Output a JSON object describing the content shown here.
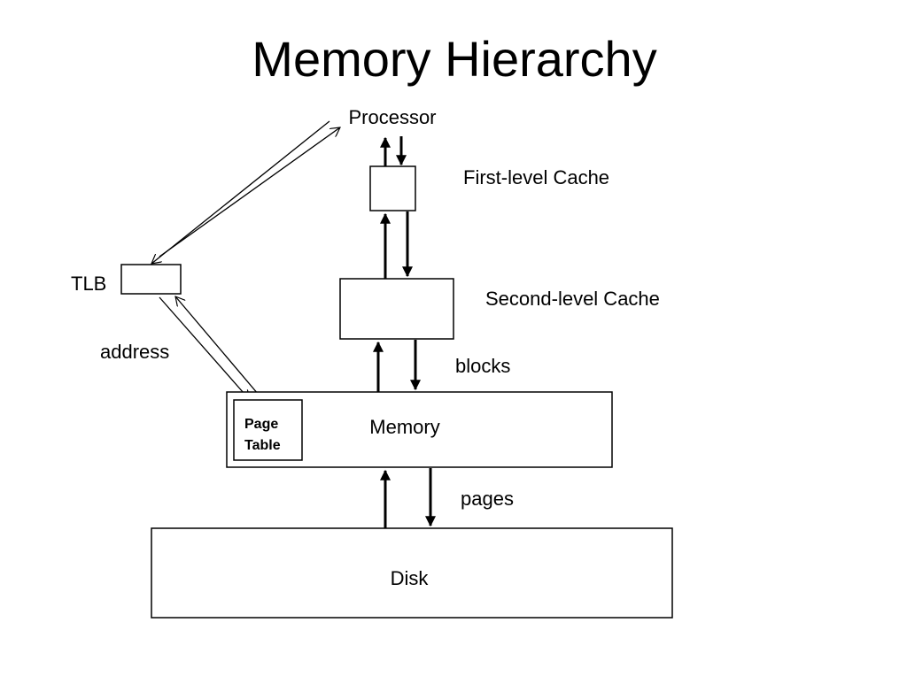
{
  "title": "Memory Hierarchy",
  "nodes": {
    "processor": "Processor",
    "first_level_cache": "First-level Cache",
    "second_level_cache": "Second-level Cache",
    "tlb": "TLB",
    "memory": "Memory",
    "page_table_line1": "Page",
    "page_table_line2": "Table",
    "disk": "Disk"
  },
  "edge_labels": {
    "address": "address",
    "blocks": "blocks",
    "pages": "pages"
  }
}
